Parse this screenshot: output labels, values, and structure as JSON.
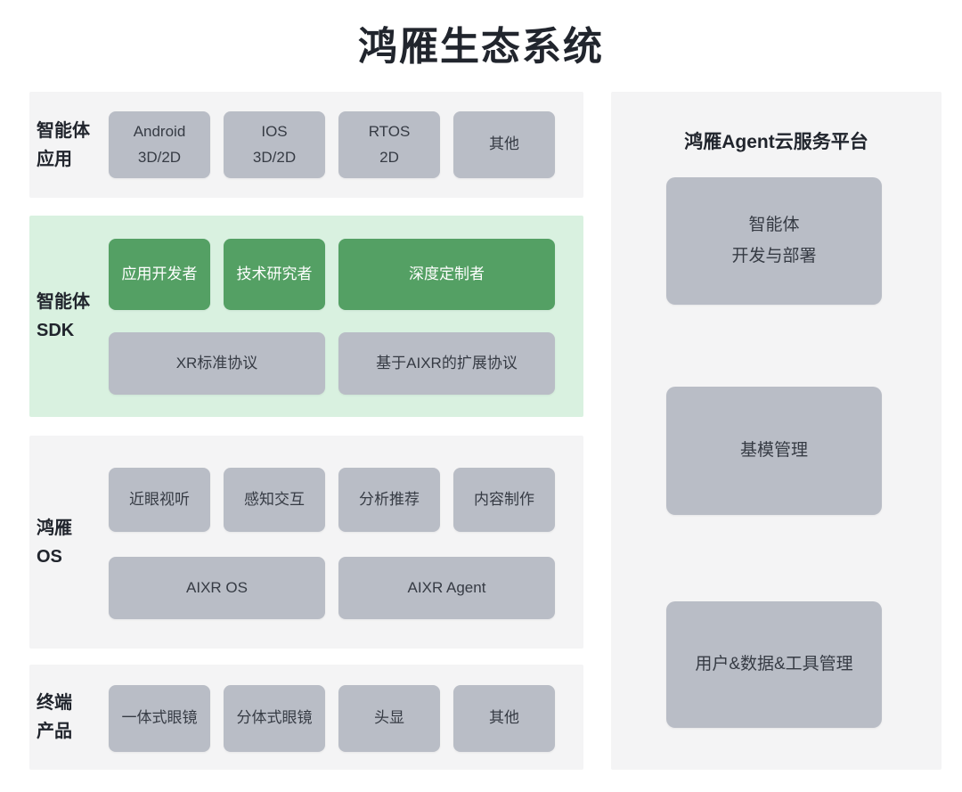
{
  "title": "鸿雁生态系统",
  "left_sections": [
    {
      "label": "智能体\n应用",
      "boxes": [
        {
          "text": "Android\n3D/2D"
        },
        {
          "text": "IOS\n3D/2D"
        },
        {
          "text": "RTOS\n2D"
        },
        {
          "text": "其他"
        }
      ]
    },
    {
      "label": "智能体\nSDK",
      "developer_boxes": [
        {
          "text": "应用开发者"
        },
        {
          "text": "技术研究者"
        },
        {
          "text": "深度定制者"
        }
      ],
      "protocol_boxes": [
        {
          "text": "XR标准协议"
        },
        {
          "text": "基于AIXR的扩展协议"
        }
      ]
    },
    {
      "label": "鸿雁\nOS",
      "capability_boxes": [
        {
          "text": "近眼视听"
        },
        {
          "text": "感知交互"
        },
        {
          "text": "分析推荐"
        },
        {
          "text": "内容制作"
        }
      ],
      "platform_boxes": [
        {
          "text": "AIXR OS"
        },
        {
          "text": "AIXR Agent"
        }
      ]
    },
    {
      "label": "终端\n产品",
      "boxes": [
        {
          "text": "一体式眼镜"
        },
        {
          "text": "分体式眼镜"
        },
        {
          "text": "头显"
        },
        {
          "text": "其他"
        }
      ]
    }
  ],
  "right_panel": {
    "title": "鸿雁Agent云服务平台",
    "boxes": [
      {
        "text": "智能体\n开发与部署"
      },
      {
        "text": "基模管理"
      },
      {
        "text": "用户&数据&工具管理"
      }
    ]
  },
  "colors": {
    "page_bg": "#ffffff",
    "section_bg": "#f4f4f5",
    "sdk_section_bg": "#d9f1e0",
    "gray_box": "#b9bdc6",
    "green_box": "#54a064",
    "title_text": "#21252d",
    "box_text": "#363b44",
    "green_box_text": "#ffffff"
  }
}
